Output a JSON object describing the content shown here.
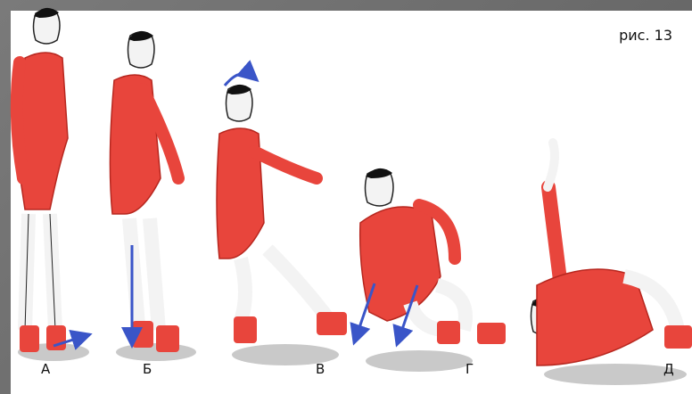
{
  "caption": "рис. 13",
  "stages": [
    {
      "label": "А",
      "label_pos_hint": "left"
    },
    {
      "label": "Б"
    },
    {
      "label": "В"
    },
    {
      "label": "Г"
    },
    {
      "label": "Д"
    }
  ],
  "colors": {
    "jacket": "#e8453c",
    "jacket_dark": "#b7271f",
    "skin": "#f3f3f3",
    "hair": "#111111",
    "arrow": "#3a55c8",
    "shadow": "#c9c9c9",
    "background_frame": "#6f6f6f"
  }
}
